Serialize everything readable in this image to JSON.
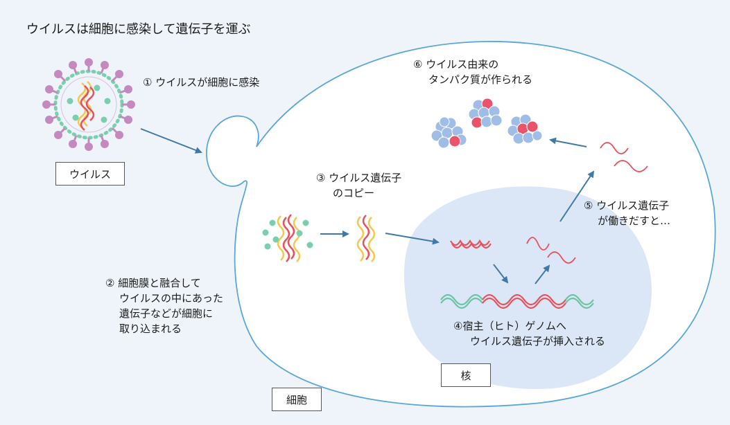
{
  "title": "ウイルスは細胞に感染して遺伝子を運ぶ",
  "labels": {
    "virus": "ウイルス",
    "cell": "細胞",
    "nucleus": "核"
  },
  "steps": {
    "s1": "① ウイルスが細胞に感染",
    "s2": [
      "② 細胞膜と融合して",
      "ウイルスの中にあった",
      "遺伝子などが細胞に",
      "取り込まれる"
    ],
    "s3": [
      "③ ウイルス遺伝子",
      "のコピー"
    ],
    "s4": [
      "④宿主（ヒト）ゲノムへ",
      "ウイルス遺伝子が挿入される"
    ],
    "s5": [
      "⑤ ウイルス遺伝子",
      "が働きだすと…"
    ],
    "s6": [
      "⑥ ウイルス由来の",
      "タンパク質が作られる"
    ]
  },
  "colors": {
    "background": "#eef4f9",
    "cell_outline": "#5aa7d6",
    "nucleus_fill": "#dbe7f7",
    "arrow": "#3f7aa6",
    "rna_red": "#e8505b",
    "rna_yellow": "#f2c94c",
    "host_green": "#6cc3a0",
    "virus_purple": "#c48ac0",
    "virus_teal": "#7ccfae",
    "protein_blue": "#9fbde6",
    "protein_red": "#e9546b"
  }
}
